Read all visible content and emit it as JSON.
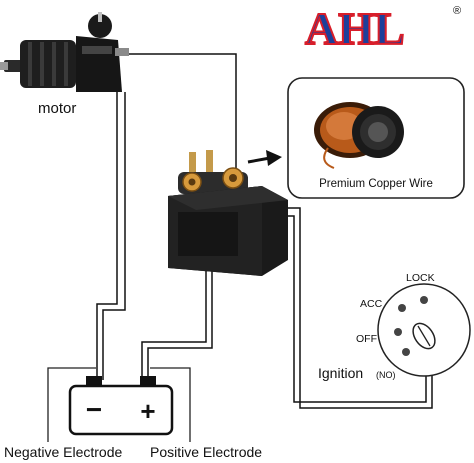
{
  "brand": {
    "name": "AHL",
    "mark": "®",
    "colors": {
      "blue": "#1d3f9a",
      "red": "#d81e2a"
    }
  },
  "labels": {
    "motor": "motor",
    "copper_wire": "Premium Copper Wire",
    "lock": "LOCK",
    "acc": "ACC",
    "off": "OFF",
    "ignition": "Ignition",
    "ignition_note": "(NO)",
    "negative_electrode": "Negative Electrode",
    "positive_electrode": "Positive Electrode",
    "battery_minus": "−",
    "battery_plus": "+"
  },
  "colors": {
    "wire": "#111111",
    "relay_body": "#1a1a1a",
    "copper": "#b85a1a",
    "terminal_gold": "#d79a3c"
  }
}
